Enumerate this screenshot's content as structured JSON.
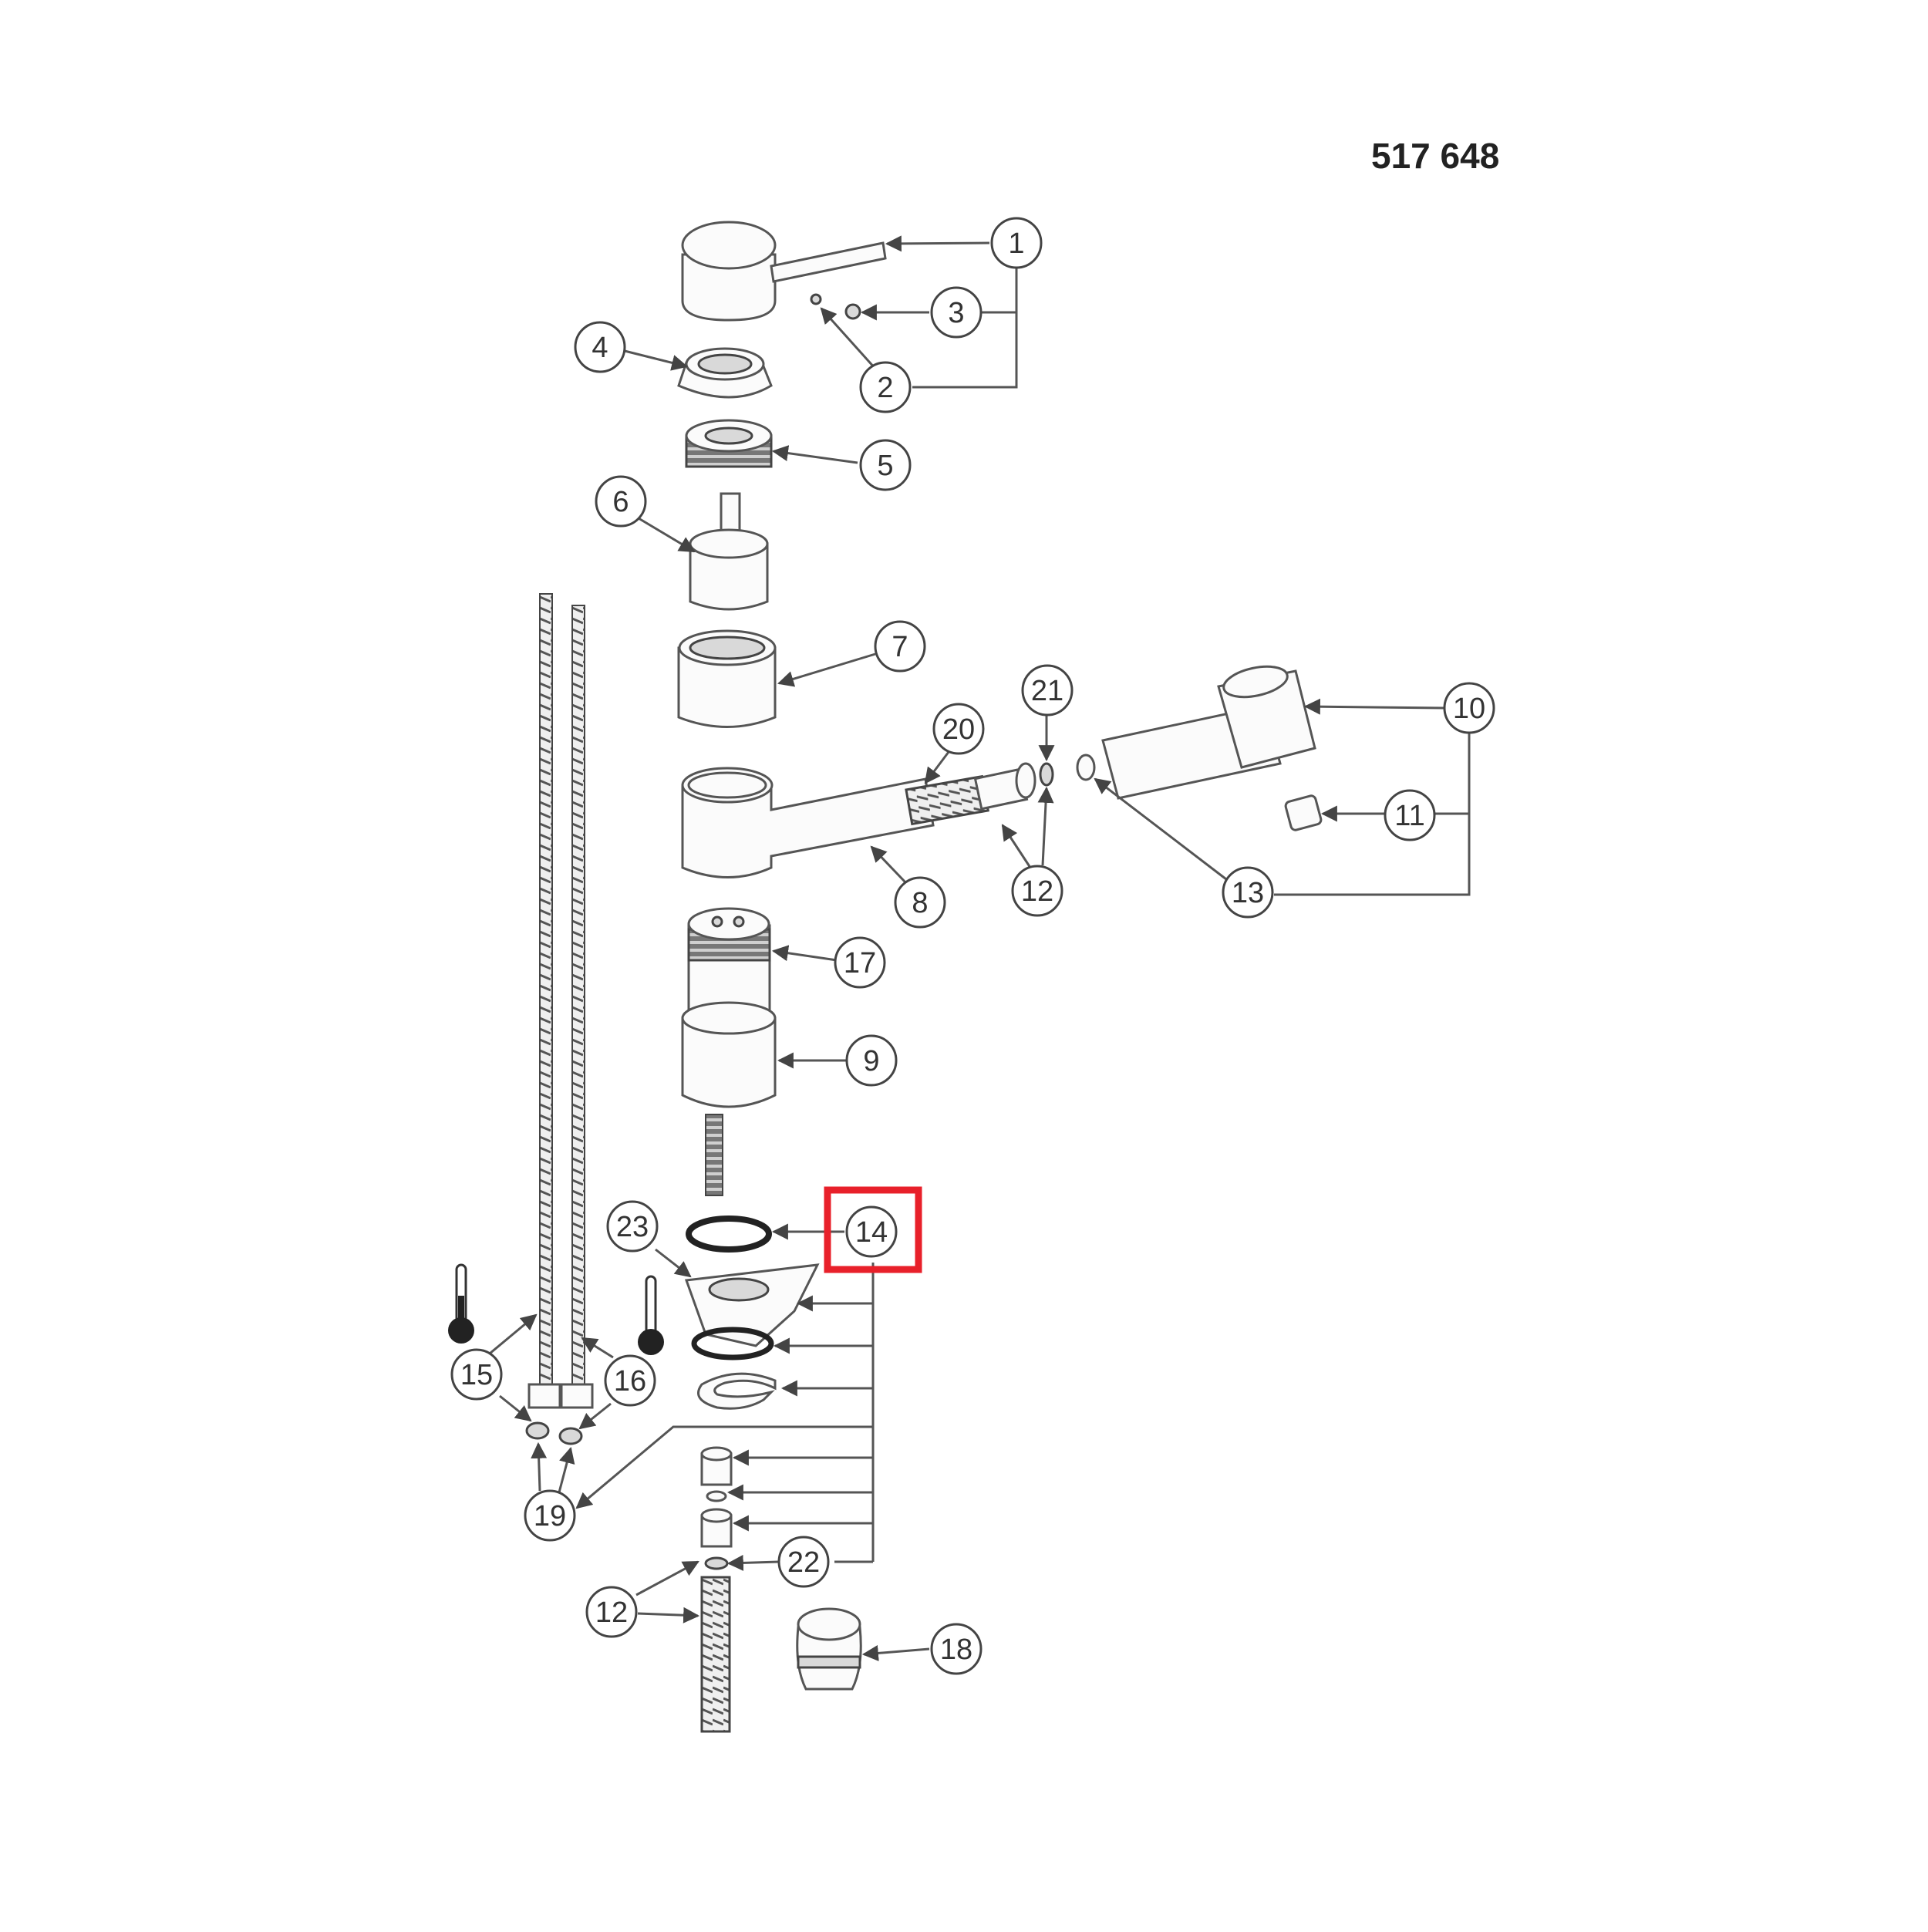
{
  "diagram": {
    "model_number": "517 648",
    "highlight_color": "#e8202a",
    "highlighted_callout": "14",
    "callouts": [
      {
        "id": "c1",
        "label": "1"
      },
      {
        "id": "c2",
        "label": "2"
      },
      {
        "id": "c3",
        "label": "3"
      },
      {
        "id": "c4",
        "label": "4"
      },
      {
        "id": "c5",
        "label": "5"
      },
      {
        "id": "c6",
        "label": "6"
      },
      {
        "id": "c7",
        "label": "7"
      },
      {
        "id": "c8",
        "label": "8"
      },
      {
        "id": "c9",
        "label": "9"
      },
      {
        "id": "c10",
        "label": "10"
      },
      {
        "id": "c11",
        "label": "11"
      },
      {
        "id": "c12a",
        "label": "12"
      },
      {
        "id": "c12b",
        "label": "12"
      },
      {
        "id": "c13",
        "label": "13"
      },
      {
        "id": "c14",
        "label": "14"
      },
      {
        "id": "c15",
        "label": "15"
      },
      {
        "id": "c16",
        "label": "16"
      },
      {
        "id": "c17",
        "label": "17"
      },
      {
        "id": "c18",
        "label": "18"
      },
      {
        "id": "c19",
        "label": "19"
      },
      {
        "id": "c20",
        "label": "20"
      },
      {
        "id": "c21",
        "label": "21"
      },
      {
        "id": "c22",
        "label": "22"
      },
      {
        "id": "c23",
        "label": "23"
      }
    ]
  }
}
